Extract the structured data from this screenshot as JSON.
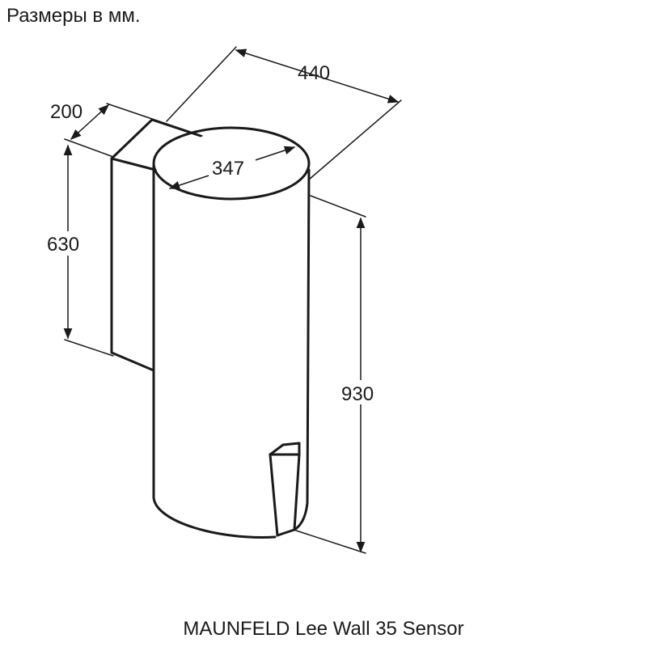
{
  "header": {
    "units_note": "Размеры в мм."
  },
  "diagram": {
    "model_name": "MAUNFELD Lee Wall 35 Sensor",
    "dimensions": {
      "width": "440",
      "depth": "200",
      "diameter": "347",
      "back_panel_height": "630",
      "total_height": "930"
    }
  },
  "colors": {
    "line": "#1a1a1a",
    "background": "#ffffff"
  }
}
